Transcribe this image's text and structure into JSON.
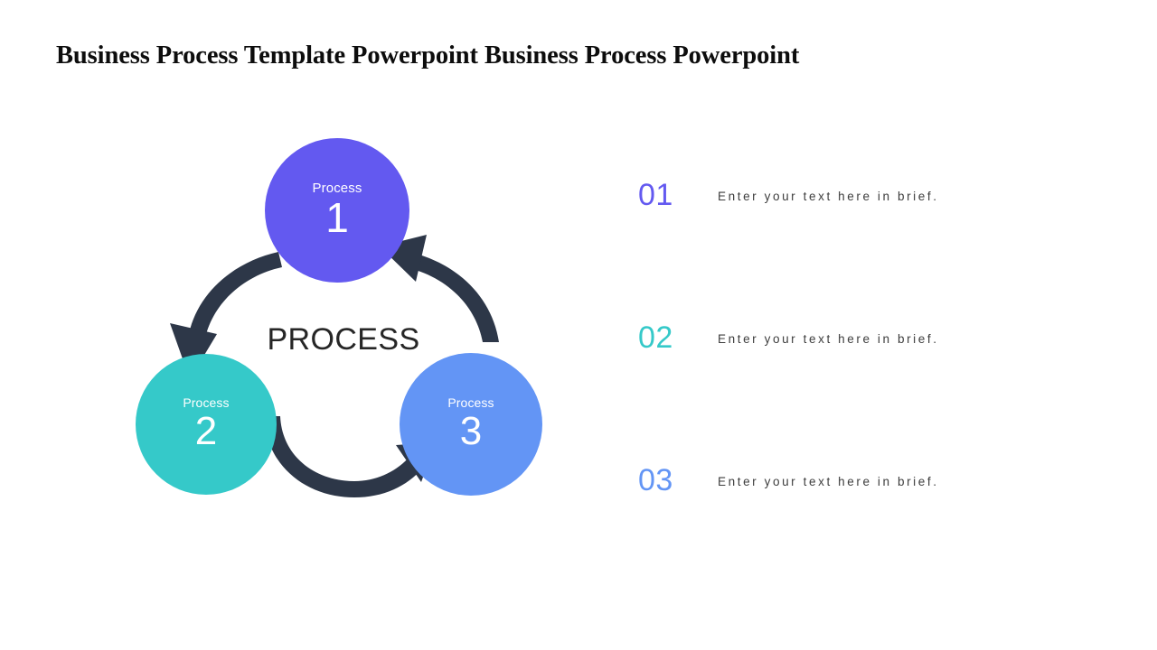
{
  "slide": {
    "title": "Business Process Template Powerpoint Business Process Powerpoint",
    "background": "#ffffff"
  },
  "diagram": {
    "center_label": "PROCESS",
    "arrow_color": "#2d3748",
    "nodes": [
      {
        "label": "Process",
        "number": "1",
        "color": "#6359f0"
      },
      {
        "label": "Process",
        "number": "2",
        "color": "#35c9c9"
      },
      {
        "label": "Process",
        "number": "3",
        "color": "#6395f5"
      }
    ],
    "arrows": [
      {
        "name": "arrow-1-to-2",
        "from": "Process 1",
        "to": "Process 2"
      },
      {
        "name": "arrow-2-to-3",
        "from": "Process 2",
        "to": "Process 3"
      },
      {
        "name": "arrow-3-to-1",
        "from": "Process 3",
        "to": "Process 1"
      }
    ]
  },
  "steps": [
    {
      "number": "01",
      "text": "Enter your text here in brief.",
      "color": "#6359f0"
    },
    {
      "number": "02",
      "text": "Enter your text here in brief.",
      "color": "#35c9c9"
    },
    {
      "number": "03",
      "text": "Enter your text here in brief.",
      "color": "#6395f5"
    }
  ]
}
